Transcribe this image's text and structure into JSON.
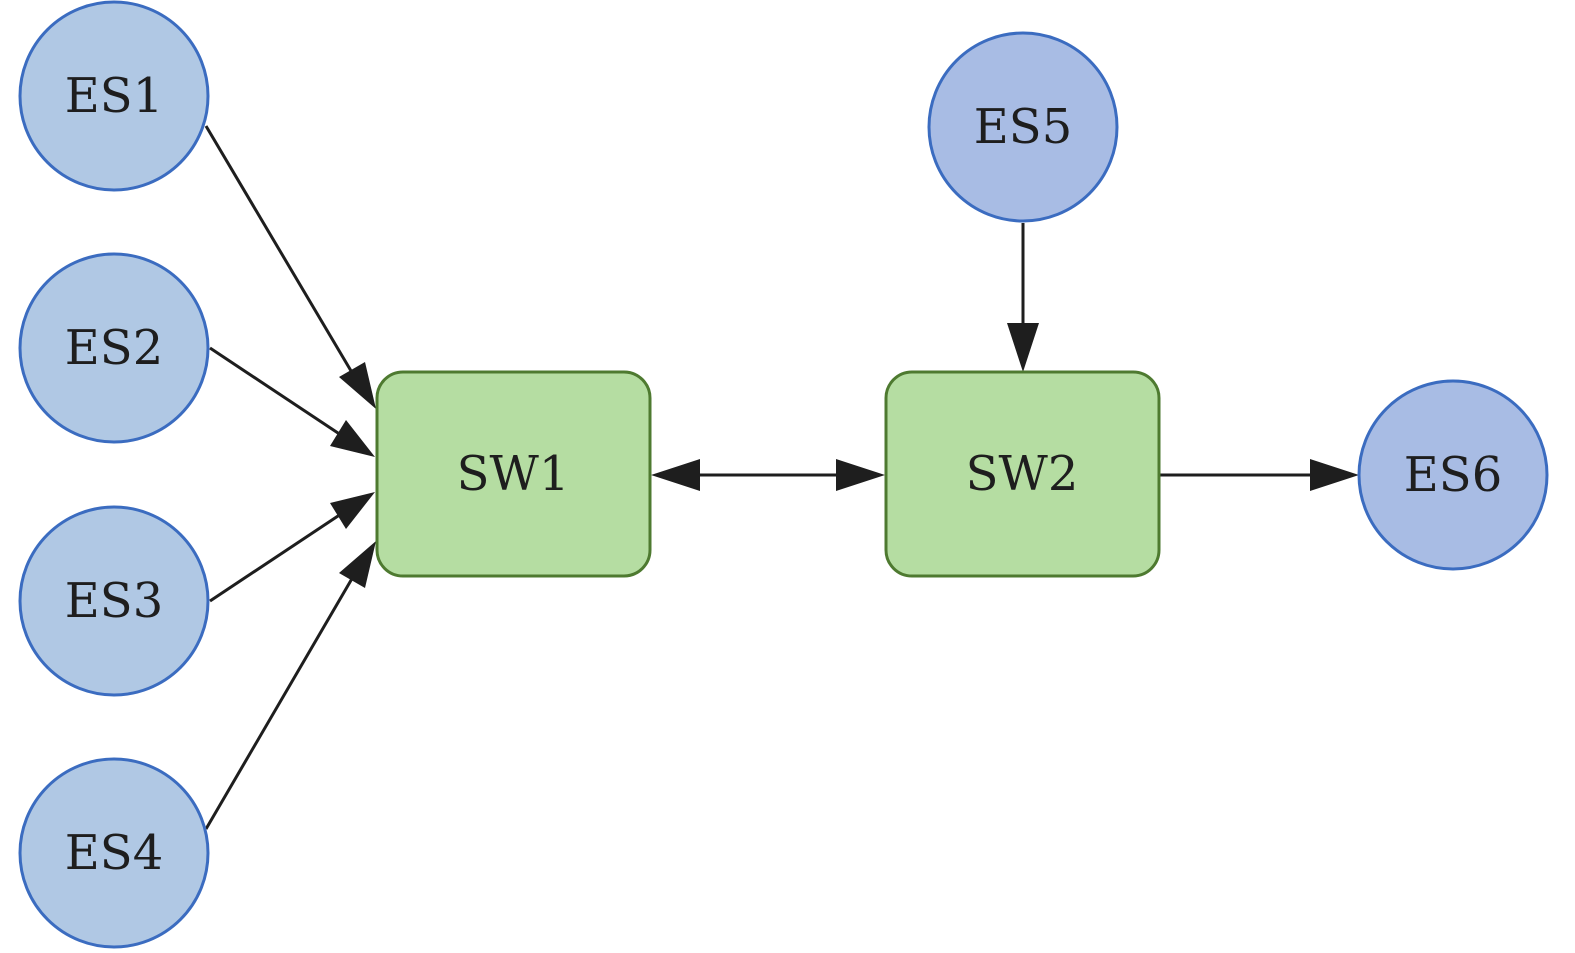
{
  "colors": {
    "end_station_fill": "#b0c8e4",
    "end_station_fill_alt": "#a8bce4",
    "end_station_stroke": "#3b6cc0",
    "switch_fill": "#b5dda2",
    "switch_stroke": "#4e7a30",
    "edge": "#1e1e1e"
  },
  "nodes": {
    "es1": {
      "label": "ES1"
    },
    "es2": {
      "label": "ES2"
    },
    "es3": {
      "label": "ES3"
    },
    "es4": {
      "label": "ES4"
    },
    "es5": {
      "label": "ES5"
    },
    "es6": {
      "label": "ES6"
    },
    "sw1": {
      "label": "SW1"
    },
    "sw2": {
      "label": "SW2"
    }
  },
  "edges": [
    {
      "from": "ES1",
      "to": "SW1",
      "direction": "forward"
    },
    {
      "from": "ES2",
      "to": "SW1",
      "direction": "forward"
    },
    {
      "from": "ES3",
      "to": "SW1",
      "direction": "forward"
    },
    {
      "from": "ES4",
      "to": "SW1",
      "direction": "forward"
    },
    {
      "from": "SW1",
      "to": "SW2",
      "direction": "both"
    },
    {
      "from": "ES5",
      "to": "SW2",
      "direction": "forward"
    },
    {
      "from": "SW2",
      "to": "ES6",
      "direction": "forward"
    }
  ]
}
